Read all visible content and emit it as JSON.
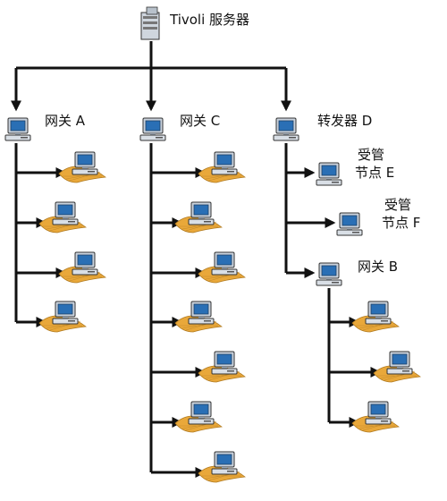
{
  "server": {
    "label": "Tivoli 服务器",
    "icon": "server-icon"
  },
  "nodes": {
    "gateway_a": {
      "label": "网关 A",
      "icon": "computer-icon"
    },
    "gateway_c": {
      "label": "网关 C",
      "icon": "computer-icon"
    },
    "repeater_d": {
      "label": "转发器 D",
      "icon": "computer-icon"
    },
    "managed_e": {
      "label_lines": [
        "受管",
        "节点 E"
      ],
      "icon": "computer-icon"
    },
    "managed_f": {
      "label_lines": [
        "受管",
        "节点 F"
      ],
      "icon": "computer-icon"
    },
    "gateway_b": {
      "label": "网关 B",
      "icon": "computer-icon"
    }
  },
  "endpoint_icon": "endpoint-computer-icon",
  "colors": {
    "line": "#111111",
    "monitor": "#c9d2dc",
    "screen": "#2a6fb5",
    "plume": "#e9a83a"
  }
}
